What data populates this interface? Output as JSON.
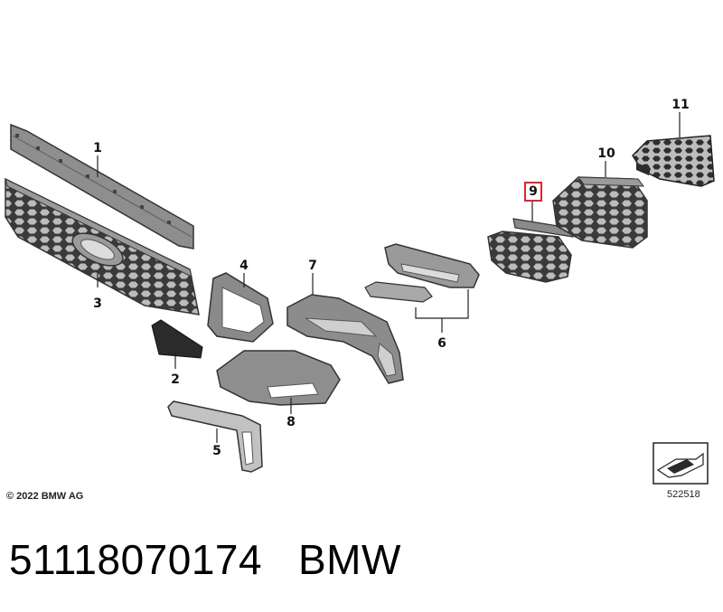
{
  "callouts": [
    {
      "id": "1",
      "label": "1",
      "highlight": false
    },
    {
      "id": "2",
      "label": "2",
      "highlight": false
    },
    {
      "id": "3",
      "label": "3",
      "highlight": false
    },
    {
      "id": "4",
      "label": "4",
      "highlight": false
    },
    {
      "id": "5",
      "label": "5",
      "highlight": false
    },
    {
      "id": "6",
      "label": "6",
      "highlight": false
    },
    {
      "id": "7",
      "label": "7",
      "highlight": false
    },
    {
      "id": "8",
      "label": "8",
      "highlight": false
    },
    {
      "id": "9",
      "label": "9",
      "highlight": true
    },
    {
      "id": "10",
      "label": "10",
      "highlight": false
    },
    {
      "id": "11",
      "label": "11",
      "highlight": false
    }
  ],
  "copyright": "© 2022 BMW AG",
  "diagram_number": "522518",
  "part_number": "51118070174",
  "brand": "BMW",
  "colors": {
    "part_fill": "#8a8a8a",
    "part_dark": "#2b2b2b",
    "part_light": "#c8c8c8",
    "highlight": "#d9272e"
  }
}
